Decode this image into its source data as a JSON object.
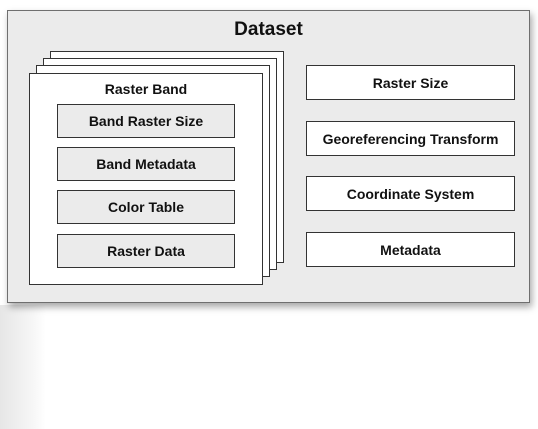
{
  "dataset": {
    "title": "Dataset"
  },
  "raster_band": {
    "title": "Raster Band",
    "items": [
      {
        "label": "Band Raster Size"
      },
      {
        "label": "Band Metadata"
      },
      {
        "label": "Color Table"
      },
      {
        "label": "Raster Data"
      }
    ]
  },
  "dataset_items": [
    {
      "label": "Raster Size"
    },
    {
      "label": "Georeferencing Transform"
    },
    {
      "label": "Coordinate System"
    },
    {
      "label": "Metadata"
    }
  ]
}
